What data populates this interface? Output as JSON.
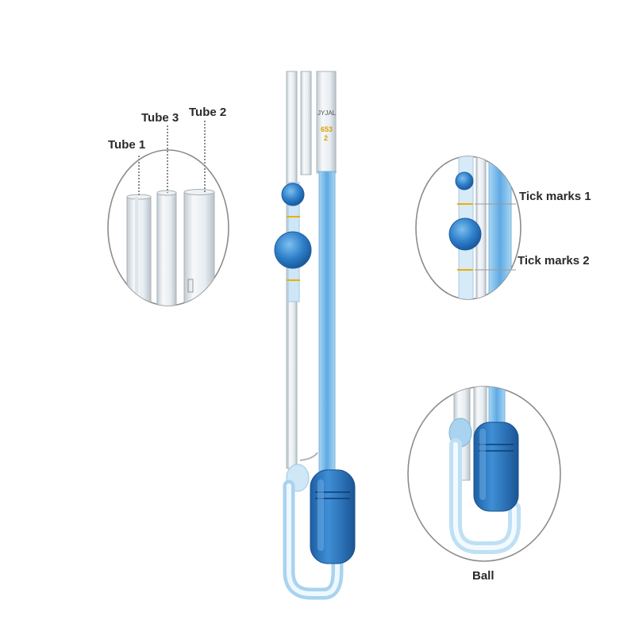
{
  "labels": {
    "tube1": "Tube 1",
    "tube2": "Tube 2",
    "tube3": "Tube 3",
    "tick1": "Tick marks 1",
    "tick2": "Tick marks 2",
    "ball": "Ball"
  },
  "engraving": {
    "brand": "JYJAL",
    "code_line1": "653",
    "code_line2": "2"
  },
  "colors": {
    "liquid": "#2f7fc9",
    "liquid_light": "#9fcff0",
    "glass": "#cfd8df",
    "tick_mark": "#e8b100",
    "label_text": "#2a2a2a"
  }
}
